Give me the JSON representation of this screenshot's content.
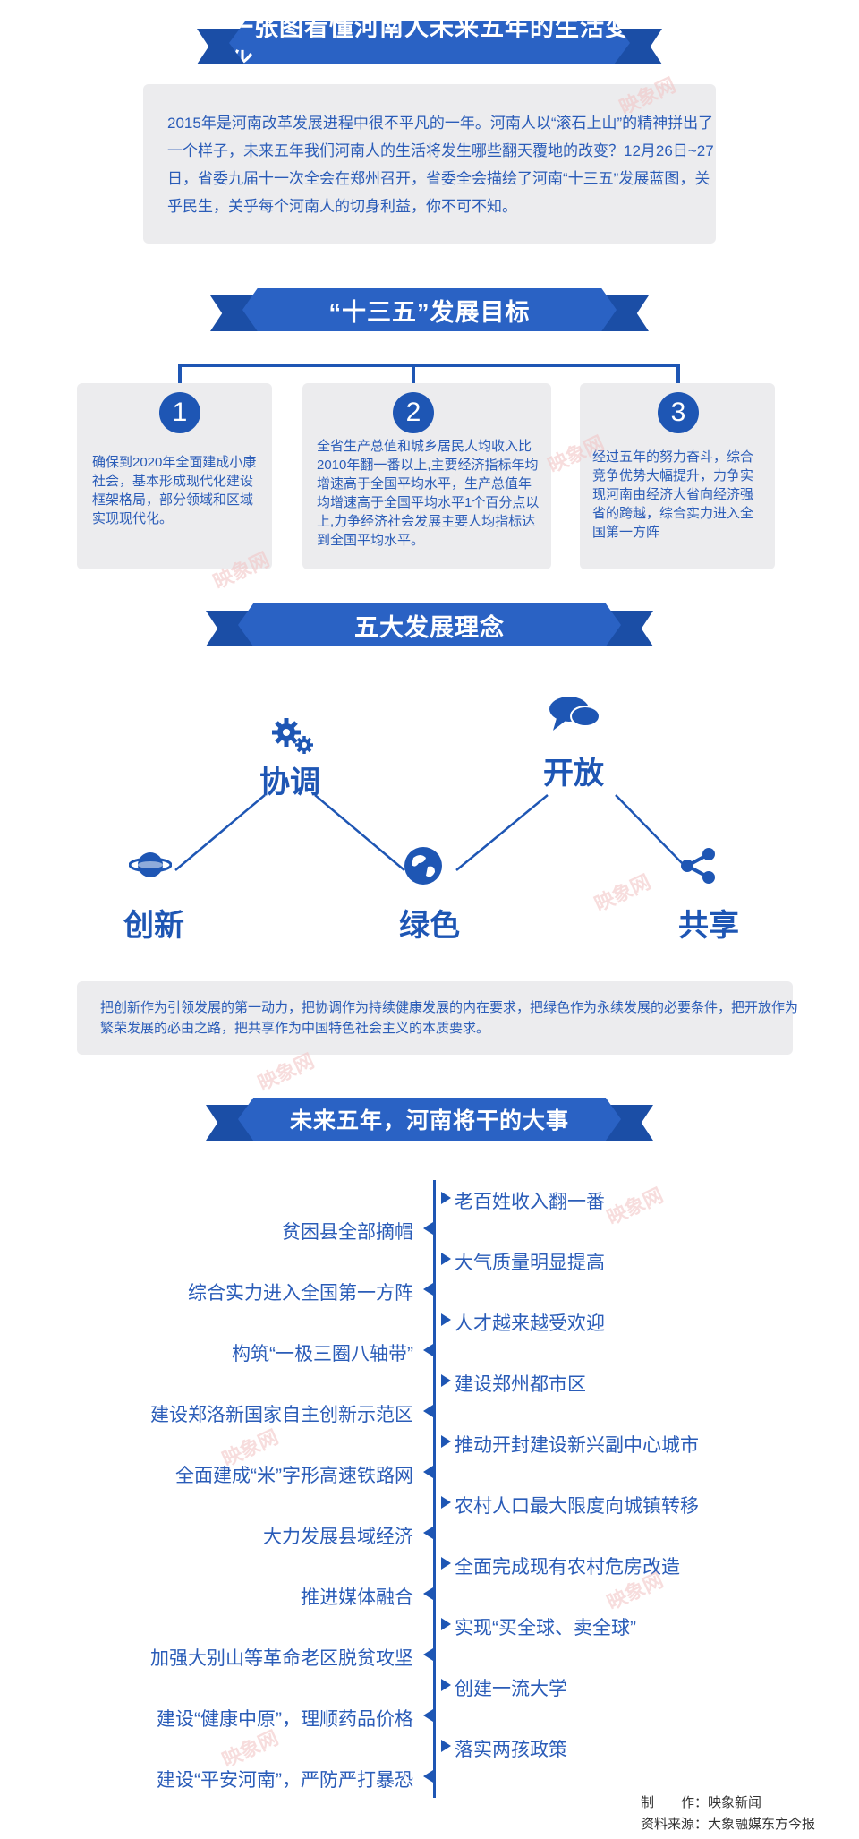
{
  "title": "一张图看懂河南人未来五年的生活变化",
  "intro": "2015年是河南改革发展进程中很不平凡的一年。河南人以“滚石上山”的精神拼出了一个样子，未来五年我们河南人的生活将发生哪些翻天覆地的改变？12月26日~27日，省委九届十一次全会在郑州召开，省委全会描绘了河南“十三五”发展蓝图，关乎民生，关乎每个河南人的切身利益，你不可不知。",
  "section_goals": "“十三五”发展目标",
  "goals": [
    {
      "num": "1",
      "text": "确保到2020年全面建成小康社会，基本形成现代化建设框架格局，部分领域和区域实现现代化。"
    },
    {
      "num": "2",
      "text": "全省生产总值和城乡居民人均收入比2010年翻一番以上,主要经济指标年均增速高于全国平均水平，生产总值年均增速高于全国平均水平1个百分点以上,力争经济社会发展主要人均指标达到全国平均水平。"
    },
    {
      "num": "3",
      "text": "经过五年的努力奋斗，综合竞争优势大幅提升，力争实现河南由经济大省向经济强省的跨越，综合实力进入全国第一方阵"
    }
  ],
  "section_concepts": "五大发展理念",
  "concepts": {
    "xietiao": "协调",
    "kaifang": "开放",
    "chuangxin": "创新",
    "lvse": "绿色",
    "gongxiang": "共享"
  },
  "concepts_desc": "把创新作为引领发展的第一动力，把协调作为持续健康发展的内在要求，把绿色作为永续发展的必要条件，把开放作为繁荣发展的必由之路，把共享作为中国特色社会主义的本质要求。",
  "section_tasks": "未来五年，河南将干的大事",
  "tasks_right": [
    "老百姓收入翻一番",
    "大气质量明显提高",
    "人才越来越受欢迎",
    "建设郑州都市区",
    "推动开封建设新兴副中心城市",
    "农村人口最大限度向城镇转移",
    "全面完成现有农村危房改造",
    "实现“买全球、卖全球”",
    "创建一流大学",
    "落实两孩政策"
  ],
  "tasks_left": [
    "贫困县全部摘帽",
    "综合实力进入全国第一方阵",
    "构筑“一极三圈八轴带”",
    "建设郑洛新国家自主创新示范区",
    "全面建成“米”字形高速铁路网",
    "大力发展县域经济",
    "推进媒体融合",
    "加强大别山等革命老区脱贫攻坚",
    "建设“健康中原”，理顺药品价格",
    "建设“平安河南”，严防严打暴恐"
  ],
  "credits": {
    "maker": "制　　作：映象新闻",
    "source": "资料来源：大象融媒东方今报"
  },
  "watermark": "映象网",
  "colors": {
    "primary": "#1e56b4",
    "banner": "#2a62c4",
    "panel": "#ececee"
  }
}
